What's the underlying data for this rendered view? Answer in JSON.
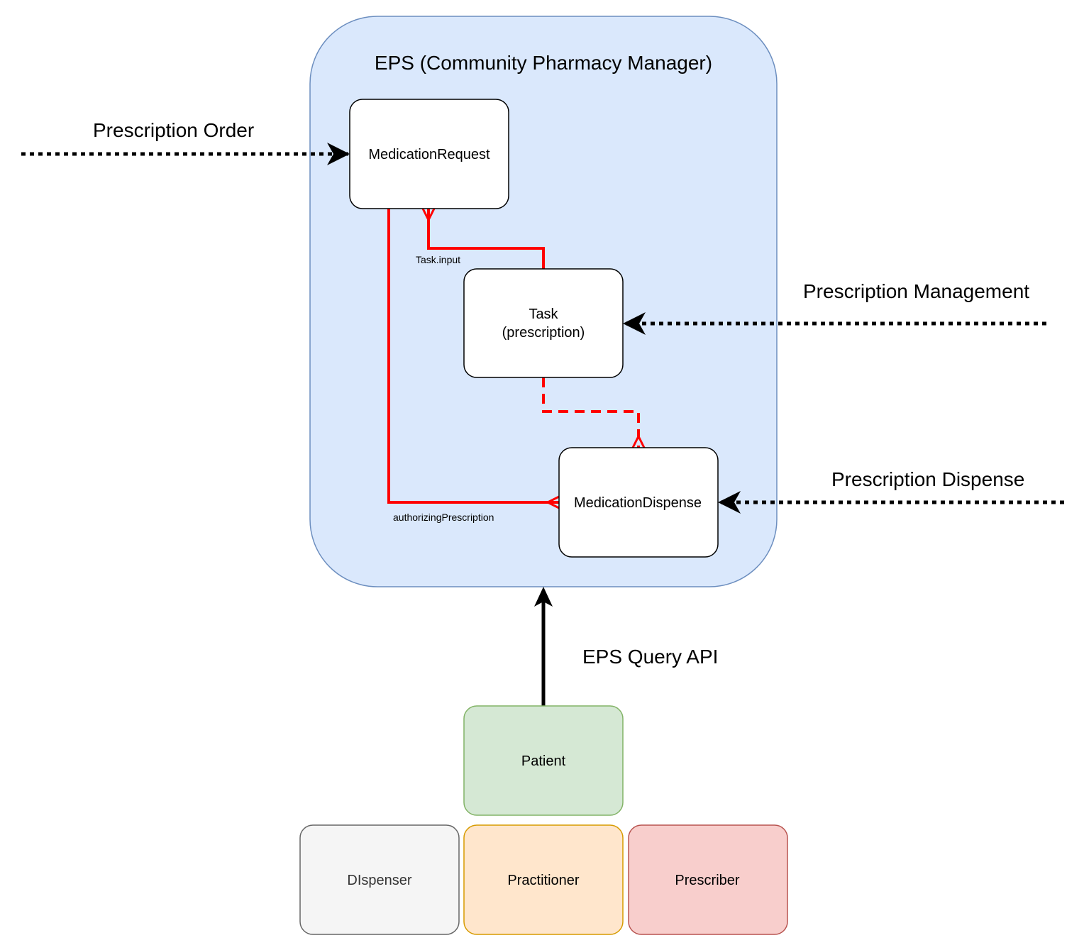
{
  "container": {
    "title": "EPS (Community Pharmacy Manager)",
    "fill": "#dae8fc",
    "stroke": "#6c8ebf"
  },
  "nodes": {
    "medication_request": {
      "label": "MedicationRequest"
    },
    "task": {
      "line1": "Task",
      "line2": "(prescription)"
    },
    "medication_dispense": {
      "label": "MedicationDispense"
    },
    "patient": {
      "label": "Patient",
      "fill": "#d5e8d4",
      "stroke": "#82b366"
    },
    "dispenser": {
      "label": "DIspenser",
      "fill": "#f5f5f5",
      "stroke": "#666666"
    },
    "practitioner": {
      "label": "Practitioner",
      "fill": "#ffe6cc",
      "stroke": "#d79b00"
    },
    "prescriber": {
      "label": "Prescriber",
      "fill": "#f8cecc",
      "stroke": "#b85450"
    }
  },
  "edges": {
    "task_input": "Task.input",
    "authorizing_prescription": "authorizingPrescription",
    "relation_color": "#ff0000"
  },
  "flows": {
    "prescription_order": "Prescription Order",
    "prescription_management": "Prescription Management",
    "prescription_dispense": "Prescription Dispense",
    "eps_query_api": "EPS Query API"
  }
}
